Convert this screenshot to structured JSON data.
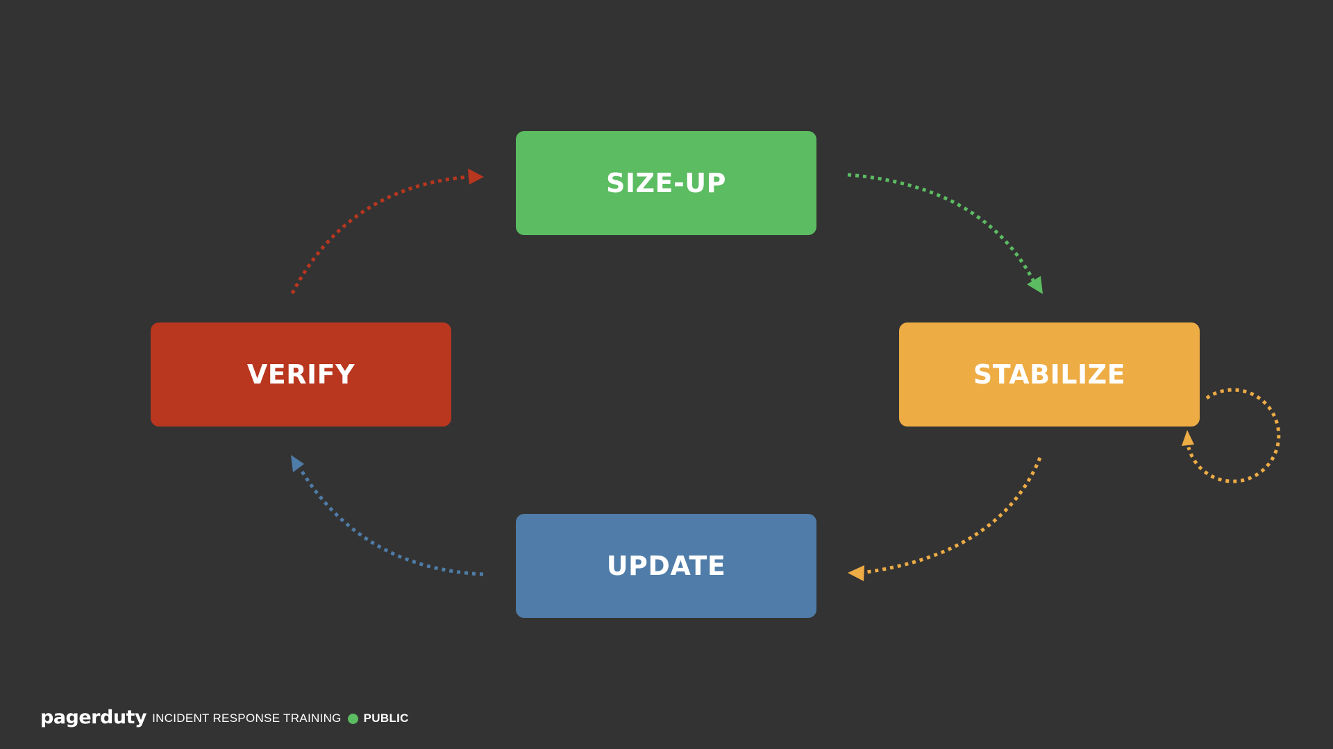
{
  "diagram": {
    "stages": [
      {
        "id": "sizeup",
        "label": "SIZE-UP",
        "color": "#5cbc62"
      },
      {
        "id": "stabilize",
        "label": "STABILIZE",
        "color": "#eeac45"
      },
      {
        "id": "update",
        "label": "UPDATE",
        "color": "#4f7ca8"
      },
      {
        "id": "verify",
        "label": "VERIFY",
        "color": "#b9361f"
      }
    ],
    "arrows": [
      {
        "from": "SIZE-UP",
        "to": "STABILIZE",
        "color": "#5cbc62",
        "style": "dotted"
      },
      {
        "from": "STABILIZE",
        "to": "UPDATE",
        "color": "#eeac45",
        "style": "dotted"
      },
      {
        "from": "STABILIZE",
        "to": "STABILIZE",
        "color": "#eeac45",
        "style": "dotted-loop"
      },
      {
        "from": "UPDATE",
        "to": "VERIFY",
        "color": "#4f7ca8",
        "style": "dotted"
      },
      {
        "from": "VERIFY",
        "to": "SIZE-UP",
        "color": "#b9361f",
        "style": "dotted"
      }
    ]
  },
  "footer": {
    "logo": "pagerduty",
    "title": "INCIDENT RESPONSE TRAINING",
    "classification": "PUBLIC",
    "classification_color": "#5cbc62"
  }
}
